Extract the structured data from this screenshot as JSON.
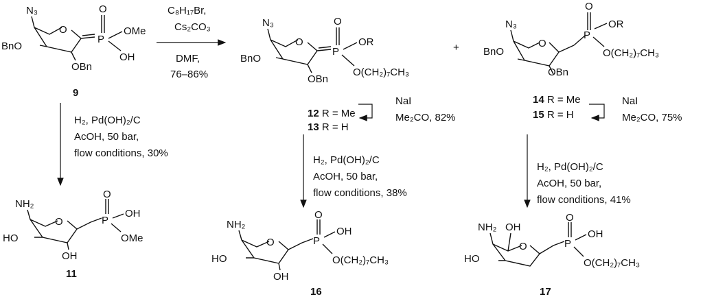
{
  "compounds": {
    "c9": {
      "label": "9",
      "N3": "N₃",
      "BnO": "BnO",
      "O_ring": "O",
      "OBn": "OBn",
      "P": "P",
      "O_dbl": "O",
      "OMe": "OMe",
      "OH": "OH"
    },
    "c12": {
      "N3": "N₃",
      "BnO": "BnO",
      "O_ring": "O",
      "OBn": "OBn",
      "P": "P",
      "O_dbl": "O",
      "OR": "OR",
      "Ochain": "O(CH₂)₇CH₃"
    },
    "plus": "+",
    "c14": {
      "N3": "N₃",
      "BnO": "BnO",
      "O_ring": "O",
      "OBn": "OBn",
      "P": "P",
      "O_dbl": "O",
      "OR": "OR",
      "Ochain": "O(CH₂)₇CH₃"
    },
    "c11": {
      "label": "11",
      "NH2": "NH₂",
      "HO": "HO",
      "O_ring": "O",
      "OH2": "OH",
      "P": "P",
      "O_dbl": "O",
      "OH": "OH",
      "OMe": "OMe"
    },
    "c16": {
      "label": "16",
      "NH2": "NH₂",
      "HO": "HO",
      "O_ring": "O",
      "OH2": "OH",
      "P": "P",
      "O_dbl": "O",
      "OH": "OH",
      "Ochain": "O(CH₂)₇CH₃"
    },
    "c17": {
      "label": "17",
      "NH2": "NH₂",
      "OHtop": "OH",
      "HO": "HO",
      "O_ring": "O",
      "P": "P",
      "O_dbl": "O",
      "OH": "OH",
      "Ochain": "O(CH₂)₇CH₃"
    }
  },
  "labels": {
    "l12": {
      "num": "12",
      "text": " R = Me"
    },
    "l13": {
      "num": "13",
      "text": " R = H"
    },
    "l14": {
      "num": "14",
      "text": " R = Me"
    },
    "l15": {
      "num": "15",
      "text": " R = H"
    }
  },
  "reagents": {
    "alkylation": {
      "line1": "C₈H₁₇Br,",
      "line2": "Cs₂CO₃",
      "line3": "DMF,",
      "line4": "76–86%"
    },
    "nai_12": {
      "line1": "NaI",
      "line2": "Me₂CO, 82%"
    },
    "nai_14": {
      "line1": "NaI",
      "line2": "Me₂CO, 75%"
    },
    "hydrog_11": {
      "line1": "H₂, Pd(OH)₂/C",
      "line2": "AcOH, 50 bar,",
      "line3": "flow conditions, 30%"
    },
    "hydrog_16": {
      "line1": "H₂, Pd(OH)₂/C",
      "line2": "AcOH, 50 bar,",
      "line3": "flow conditions, 38%"
    },
    "hydrog_17": {
      "line1": "H₂, Pd(OH)₂/C",
      "line2": "AcOH, 50 bar,",
      "line3": "flow conditions, 41%"
    }
  }
}
